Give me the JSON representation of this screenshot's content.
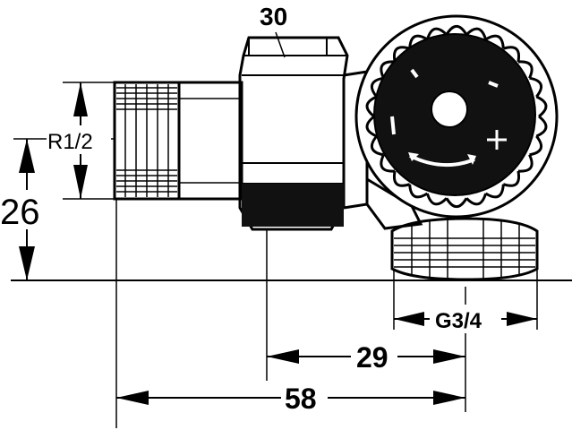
{
  "dimensions": {
    "top_width": "30",
    "thread_inlet": "R1/2",
    "height": "26",
    "thread_outlet": "G3/4",
    "offset_29": "29",
    "overall_58": "58"
  }
}
